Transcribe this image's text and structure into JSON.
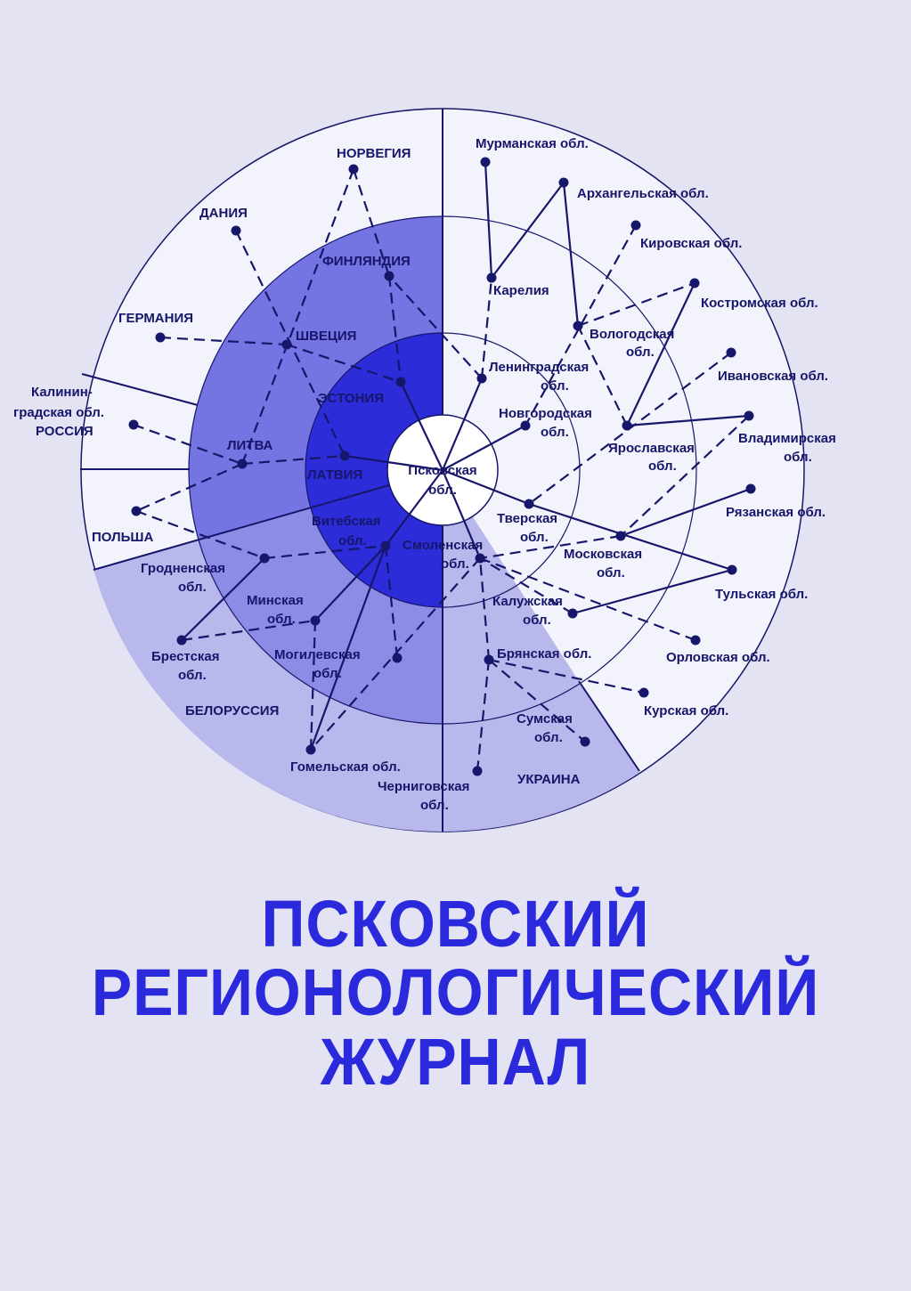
{
  "center": {
    "line1": "Псковская",
    "line2": "обл."
  },
  "labels": {
    "norway": "НОРВЕГИЯ",
    "denmark": "ДАНИЯ",
    "finland": "ФИНЛЯНДИЯ",
    "germany": "ГЕРМАНИЯ",
    "sweden": "ШВЕЦИЯ",
    "estonia": "ЭСТОНИЯ",
    "kaliningrad1": "Калинин-",
    "kaliningrad2": "градская обл.",
    "russia": "РОССИЯ",
    "lithuania": "ЛИТВА",
    "latvia": "ЛАТВИЯ",
    "poland": "ПОЛЬША",
    "grodno1": "Гродненская",
    "grodno2": "обл.",
    "vitebsk1": "Витебская",
    "vitebsk2": "обл.",
    "smolensk1": "Смоленская",
    "smolensk2": "обл.",
    "minsk1": "Минская",
    "minsk2": "обл.",
    "brest1": "Брестская",
    "brest2": "обл.",
    "mogilev1": "Могилевская",
    "mogilev2": "обл.",
    "belarus": "БЕЛОРУССИЯ",
    "gomel": "Гомельская обл.",
    "chernigov1": "Черниговская",
    "chernigov2": "обл.",
    "ukraine": "УКРАИНА",
    "sumy1": "Сумская",
    "sumy2": "обл.",
    "kursk": "Курская обл.",
    "bryansk": "Брянская обл.",
    "orel": "Орловская обл.",
    "kaluga1": "Калужская",
    "kaluga2": "обл.",
    "tula": "Тульская обл.",
    "moscow1": "Московская",
    "moscow2": "обл.",
    "tver1": "Тверская",
    "tver2": "обл.",
    "ryazan": "Рязанская обл.",
    "yaroslavl1": "Ярославская",
    "yaroslavl2": "обл.",
    "vladimir1": "Владимирская",
    "vladimir2": "обл.",
    "novgorod1": "Новгородская",
    "novgorod2": "обл.",
    "ivanovo": "Ивановская обл.",
    "leningrad1": "Ленинградская",
    "leningrad2": "обл.",
    "vologda1": "Вологодская",
    "vologda2": "обл.",
    "kostroma": "Костромская обл.",
    "karelia": "Карелия",
    "kirov": "Кировская обл.",
    "arkhangelsk": "Архангельская обл.",
    "murmansk": "Мурманская обл."
  },
  "title": {
    "line1": "ПСКОВСКИЙ",
    "line2": "РЕГИОНОЛОГИЧЕСКИЙ",
    "line3": "ЖУРНАЛ"
  },
  "colors": {
    "line": "#16166a",
    "ring_mid": "#7070e2",
    "ring_inner": "#2b2bd8",
    "light_sector": "#b4b4ec",
    "title": "#2a2adc"
  }
}
